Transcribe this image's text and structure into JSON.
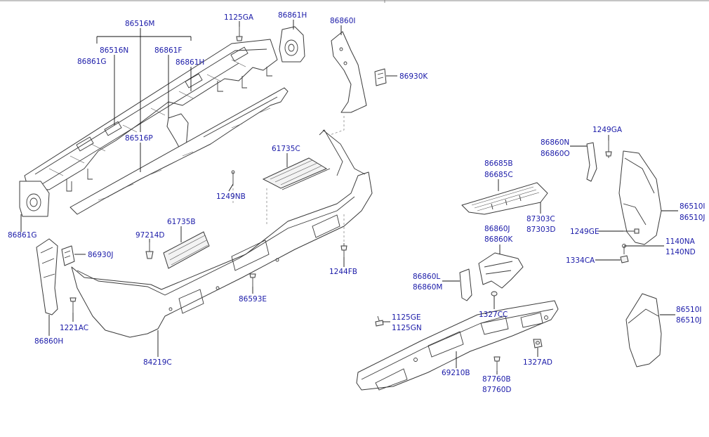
{
  "labels": {
    "l_86516M": "86516M",
    "l_86516N": "86516N",
    "l_86861G_top": "86861G",
    "l_86861F": "86861F",
    "l_86861H_a": "86861H",
    "l_1125GA": "1125GA",
    "l_86861H_b": "86861H",
    "l_86860I": "86860I",
    "l_86930K": "86930K",
    "l_86516P": "86516P",
    "l_61735C": "61735C",
    "l_1249NB": "1249NB",
    "l_86861G_bot": "86861G",
    "l_61735B": "61735B",
    "l_97214D": "97214D",
    "l_86930J": "86930J",
    "l_1244FB": "1244FB",
    "l_86593E": "86593E",
    "l_1221AC": "1221AC",
    "l_86860H": "86860H",
    "l_84219C": "84219C",
    "l_86685B": "86685B",
    "l_86685C": "86685C",
    "l_87303C": "87303C",
    "l_87303D": "87303D",
    "l_86860N": "86860N",
    "l_86860O": "86860O",
    "l_1249GA": "1249GA",
    "l_86510I_a": "86510I",
    "l_86510J_a": "86510J",
    "l_1249GE": "1249GE",
    "l_1140NA": "1140NA",
    "l_1140ND": "1140ND",
    "l_1334CA": "1334CA",
    "l_86860J": "86860J",
    "l_86860K": "86860K",
    "l_86860L": "86860L",
    "l_86860M": "86860M",
    "l_1327CC": "1327CC",
    "l_1125GE": "1125GE",
    "l_1125GN": "1125GN",
    "l_69210B": "69210B",
    "l_87760B": "87760B",
    "l_87760D": "87760D",
    "l_1327AD": "1327AD",
    "l_86510I_b": "86510I",
    "l_86510J_b": "86510J"
  },
  "colors": {
    "label": "#1a1aa8",
    "line": "#3a3a3a",
    "background": "#ffffff"
  }
}
